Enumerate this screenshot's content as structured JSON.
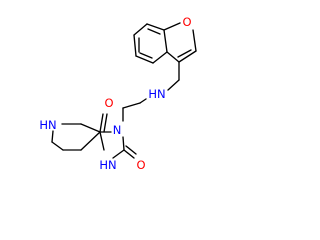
{
  "molecule": {
    "atoms": {
      "furan_o": {
        "text": "O",
        "color": "#ff0000"
      },
      "amine_nh": {
        "text": "HN",
        "color": "#0000ff"
      },
      "carbonyl_o_top": {
        "text": "O",
        "color": "#ff0000"
      },
      "imide_n": {
        "text": "N",
        "color": "#0000ff"
      },
      "piperidine_nh": {
        "text": "HN",
        "color": "#0000ff"
      },
      "hydantoin_nh": {
        "text": "HN",
        "color": "#0000ff"
      },
      "carbonyl_o_right": {
        "text": "O",
        "color": "#ff0000"
      }
    }
  }
}
